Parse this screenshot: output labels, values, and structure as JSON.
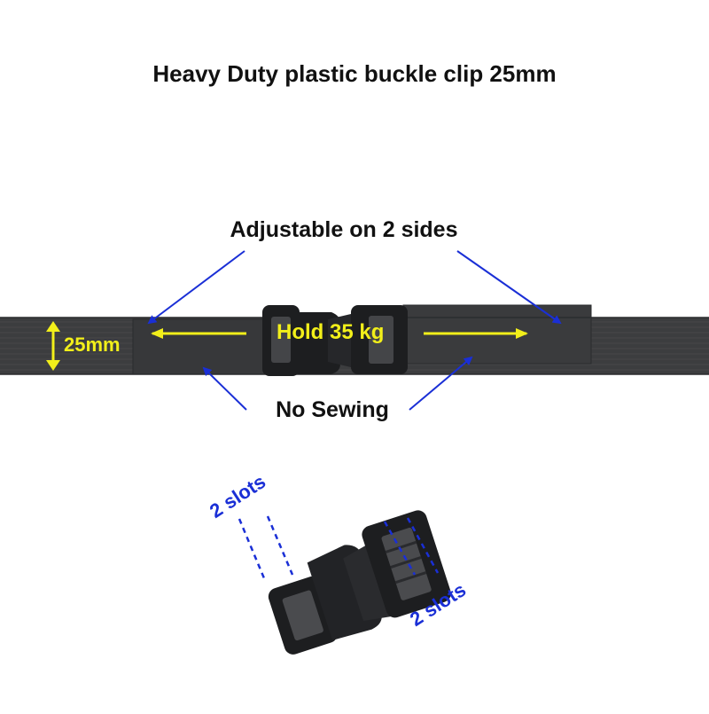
{
  "title": "Heavy Duty plastic buckle clip 25mm",
  "labels": {
    "adjustable": "Adjustable on 2 sides",
    "no_sewing": "No Sewing",
    "hold": "Hold 35 kg",
    "width": "25mm",
    "slots_left": "2 slots",
    "slots_right": "2 slots"
  },
  "colors": {
    "strap": "#3c3d3f",
    "buckle": "#1d1e20",
    "annotation_yellow": "#f2ef1a",
    "arrow_blue": "#1a2fd6",
    "background": "#ffffff"
  }
}
